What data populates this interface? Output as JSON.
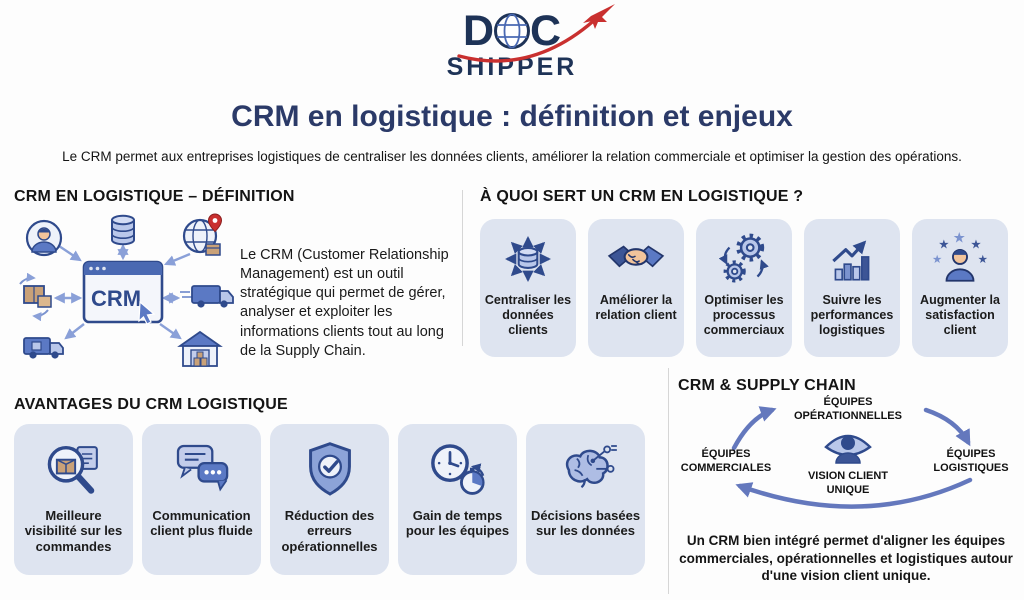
{
  "logo": {
    "d": "D",
    "c": "C",
    "shipper": "SHIPPER",
    "navy": "#1e3357",
    "red": "#c9302f"
  },
  "header": {
    "title": "CRM en logistique : définition et enjeux",
    "subtitle": "Le CRM permet aux entreprises logistiques de centraliser les données clients, améliorer la relation commerciale et optimiser la gestion des opérations."
  },
  "definition": {
    "heading": "CRM EN LOGISTIQUE – DÉFINITION",
    "crm_label": "CRM",
    "text": "Le CRM (Customer Relationship Management) est un outil stratégique qui permet de gérer, analyser et exploiter les informations clients tout au long de la Supply Chain.",
    "illustration_icons": [
      "person-icon",
      "database-icon",
      "globe-pin-icon",
      "package-icon",
      "truck-icon",
      "delivery-truck-icon",
      "warehouse-icon",
      "crm-browser-window",
      "cursor-icon"
    ]
  },
  "uses": {
    "heading": "À QUOI SERT UN CRM EN LOGISTIQUE ?",
    "cards": [
      {
        "icon": "database-arrows-icon",
        "label": "Centraliser les données clients"
      },
      {
        "icon": "handshake-icon",
        "label": "Améliorer la relation client"
      },
      {
        "icon": "gears-icon",
        "label": "Optimiser les processus commerciaux"
      },
      {
        "icon": "chart-growth-icon",
        "label": "Suivre les performances logistiques"
      },
      {
        "icon": "customer-stars-icon",
        "label": "Augmenter la satisfaction client"
      }
    ]
  },
  "advantages": {
    "heading": "AVANTAGES DU CRM LOGISTIQUE",
    "cards": [
      {
        "icon": "magnifier-package-icon",
        "label": "Meilleure visibilité sur les commandes"
      },
      {
        "icon": "chat-bubbles-icon",
        "label": "Communication client plus fluide"
      },
      {
        "icon": "shield-check-icon",
        "label": "Réduction des erreurs opérationnelles"
      },
      {
        "icon": "clock-stopwatch-icon",
        "label": "Gain de temps pour les équipes"
      },
      {
        "icon": "brain-network-icon",
        "label": "Décisions basées sur les données"
      }
    ]
  },
  "supply_chain": {
    "heading": "CRM & SUPPLY CHAIN",
    "nodes": {
      "top": "ÉQUIPES OPÉRATIONNELLES",
      "right": "ÉQUIPES LOGISTIQUES",
      "left": "ÉQUIPES COMMERCIALES",
      "center": "VISION CLIENT UNIQUE"
    },
    "center_icon": "eye-person-icon",
    "text": "Un CRM bien intégré permet d'aligner les équipes commerciales, opérationnelles et logistiques autour d'une vision client unique."
  },
  "icons": {
    "star_glyph": "★"
  },
  "colors": {
    "navy_title": "#2b3a68",
    "logo_navy": "#1e3357",
    "logo_red": "#c9302f",
    "card_bg": "#dee4f0",
    "icon_dark_blue": "#2f4a8c",
    "icon_mid_blue": "#5b79c4",
    "icon_light_blue": "#b9c7ea",
    "illustration_arrow": "#8aa0d8",
    "cycle_arrow": "#6478bd",
    "tan": "#c9a178"
  }
}
